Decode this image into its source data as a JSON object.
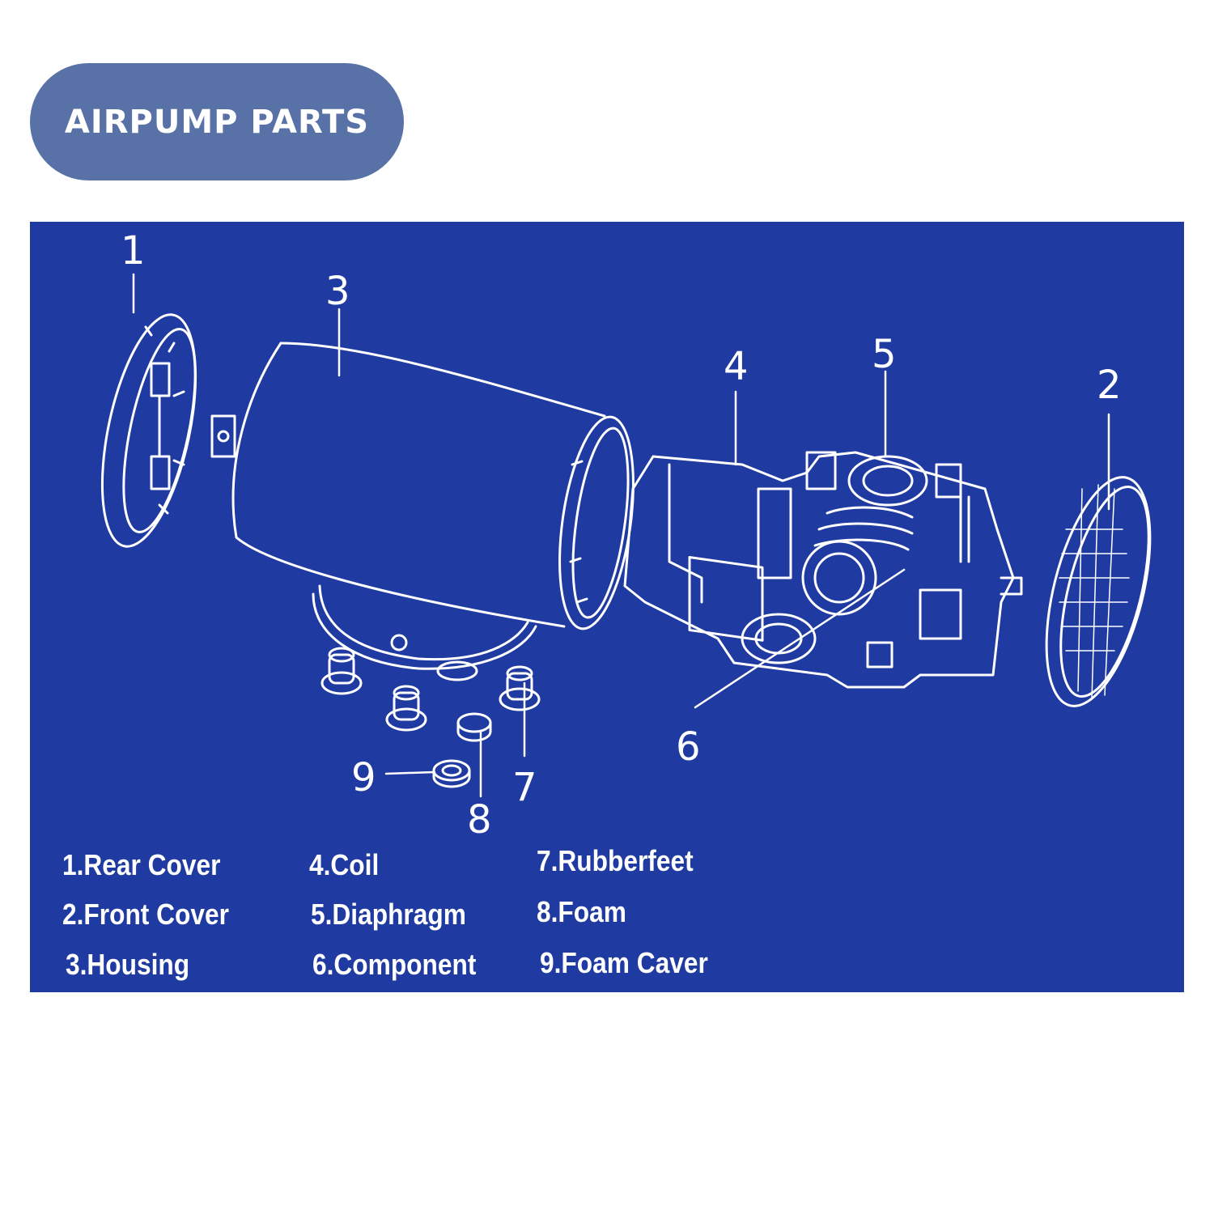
{
  "header": {
    "title": "AIRPUMP PARTS"
  },
  "diagram": {
    "callouts": [
      "1",
      "2",
      "3",
      "4",
      "5",
      "6",
      "7",
      "8",
      "9"
    ],
    "legend": [
      "1.Rear Cover",
      "2.Front Cover",
      "3.Housing",
      "4.Coil",
      "5.Diaphragm",
      "6.Component",
      "7.Rubberfeet",
      "8.Foam",
      "9.Foam Caver"
    ]
  },
  "colors": {
    "pill": "#5872a7",
    "panel": "#1f3aa0",
    "line": "#ffffff"
  }
}
